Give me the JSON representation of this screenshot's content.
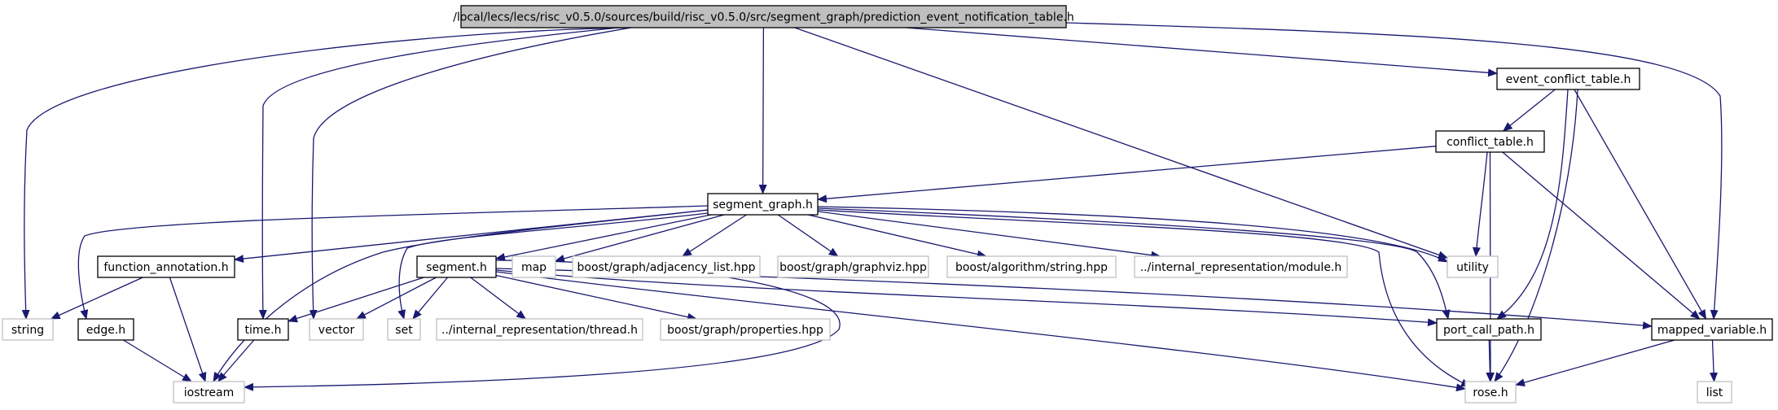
{
  "colors": {
    "edge": "#191970",
    "root_fill": "#bfbfbf",
    "header_border": "#000000",
    "external_border": "#bfbfbf",
    "external_text": "#404040",
    "background": "#ffffff"
  },
  "nodes": [
    {
      "id": "root",
      "label": "/local/lecs/lecs/risc_v0.5.0/sources/build/risc_v0.5.0/src/segment_graph/prediction_event_notification_table.h",
      "kind": "root"
    },
    {
      "id": "event_conflict_table",
      "label": "event_conflict_table.h",
      "kind": "header"
    },
    {
      "id": "conflict_table",
      "label": "conflict_table.h",
      "kind": "header"
    },
    {
      "id": "segment_graph",
      "label": "segment_graph.h",
      "kind": "header"
    },
    {
      "id": "function_annotation",
      "label": "function_annotation.h",
      "kind": "header"
    },
    {
      "id": "segment",
      "label": "segment.h",
      "kind": "header"
    },
    {
      "id": "map",
      "label": "map",
      "kind": "external"
    },
    {
      "id": "adjacency_list",
      "label": "boost/graph/adjacency_list.hpp",
      "kind": "external"
    },
    {
      "id": "graphviz",
      "label": "boost/graph/graphviz.hpp",
      "kind": "external"
    },
    {
      "id": "algorithm_string",
      "label": "boost/algorithm/string.hpp",
      "kind": "external"
    },
    {
      "id": "module",
      "label": "../internal_representation/module.h",
      "kind": "external"
    },
    {
      "id": "utility",
      "label": "utility",
      "kind": "external"
    },
    {
      "id": "string",
      "label": "string",
      "kind": "external"
    },
    {
      "id": "edge",
      "label": "edge.h",
      "kind": "header"
    },
    {
      "id": "time",
      "label": "time.h",
      "kind": "header"
    },
    {
      "id": "vector",
      "label": "vector",
      "kind": "external"
    },
    {
      "id": "set",
      "label": "set",
      "kind": "external"
    },
    {
      "id": "thread",
      "label": "../internal_representation/thread.h",
      "kind": "external"
    },
    {
      "id": "properties",
      "label": "boost/graph/properties.hpp",
      "kind": "external"
    },
    {
      "id": "port_call_path",
      "label": "port_call_path.h",
      "kind": "header"
    },
    {
      "id": "mapped_variable",
      "label": "mapped_variable.h",
      "kind": "header"
    },
    {
      "id": "iostream",
      "label": "iostream",
      "kind": "external"
    },
    {
      "id": "rose",
      "label": "rose.h",
      "kind": "external"
    },
    {
      "id": "list",
      "label": "list",
      "kind": "external"
    }
  ],
  "edges": [
    {
      "from": "root",
      "to": "string"
    },
    {
      "from": "root",
      "to": "time"
    },
    {
      "from": "root",
      "to": "vector"
    },
    {
      "from": "root",
      "to": "segment_graph"
    },
    {
      "from": "root",
      "to": "utility"
    },
    {
      "from": "root",
      "to": "event_conflict_table"
    },
    {
      "from": "root",
      "to": "mapped_variable"
    },
    {
      "from": "event_conflict_table",
      "to": "conflict_table"
    },
    {
      "from": "event_conflict_table",
      "to": "port_call_path"
    },
    {
      "from": "event_conflict_table",
      "to": "rose"
    },
    {
      "from": "event_conflict_table",
      "to": "mapped_variable"
    },
    {
      "from": "conflict_table",
      "to": "segment_graph"
    },
    {
      "from": "conflict_table",
      "to": "utility"
    },
    {
      "from": "conflict_table",
      "to": "rose"
    },
    {
      "from": "conflict_table",
      "to": "mapped_variable"
    },
    {
      "from": "segment_graph",
      "to": "edge"
    },
    {
      "from": "segment_graph",
      "to": "function_annotation"
    },
    {
      "from": "segment_graph",
      "to": "iostream"
    },
    {
      "from": "segment_graph",
      "to": "set"
    },
    {
      "from": "segment_graph",
      "to": "segment"
    },
    {
      "from": "segment_graph",
      "to": "map"
    },
    {
      "from": "segment_graph",
      "to": "adjacency_list"
    },
    {
      "from": "segment_graph",
      "to": "graphviz"
    },
    {
      "from": "segment_graph",
      "to": "algorithm_string"
    },
    {
      "from": "segment_graph",
      "to": "module"
    },
    {
      "from": "segment_graph",
      "to": "utility"
    },
    {
      "from": "segment_graph",
      "to": "rose"
    },
    {
      "from": "segment_graph",
      "to": "port_call_path"
    },
    {
      "from": "function_annotation",
      "to": "string"
    },
    {
      "from": "function_annotation",
      "to": "iostream"
    },
    {
      "from": "segment",
      "to": "time"
    },
    {
      "from": "segment",
      "to": "vector"
    },
    {
      "from": "segment",
      "to": "set"
    },
    {
      "from": "segment",
      "to": "thread"
    },
    {
      "from": "segment",
      "to": "properties"
    },
    {
      "from": "segment",
      "to": "iostream"
    },
    {
      "from": "segment",
      "to": "port_call_path"
    },
    {
      "from": "segment",
      "to": "mapped_variable"
    },
    {
      "from": "segment",
      "to": "rose"
    },
    {
      "from": "edge",
      "to": "iostream"
    },
    {
      "from": "time",
      "to": "iostream"
    },
    {
      "from": "port_call_path",
      "to": "rose"
    },
    {
      "from": "mapped_variable",
      "to": "rose"
    },
    {
      "from": "mapped_variable",
      "to": "list"
    }
  ]
}
